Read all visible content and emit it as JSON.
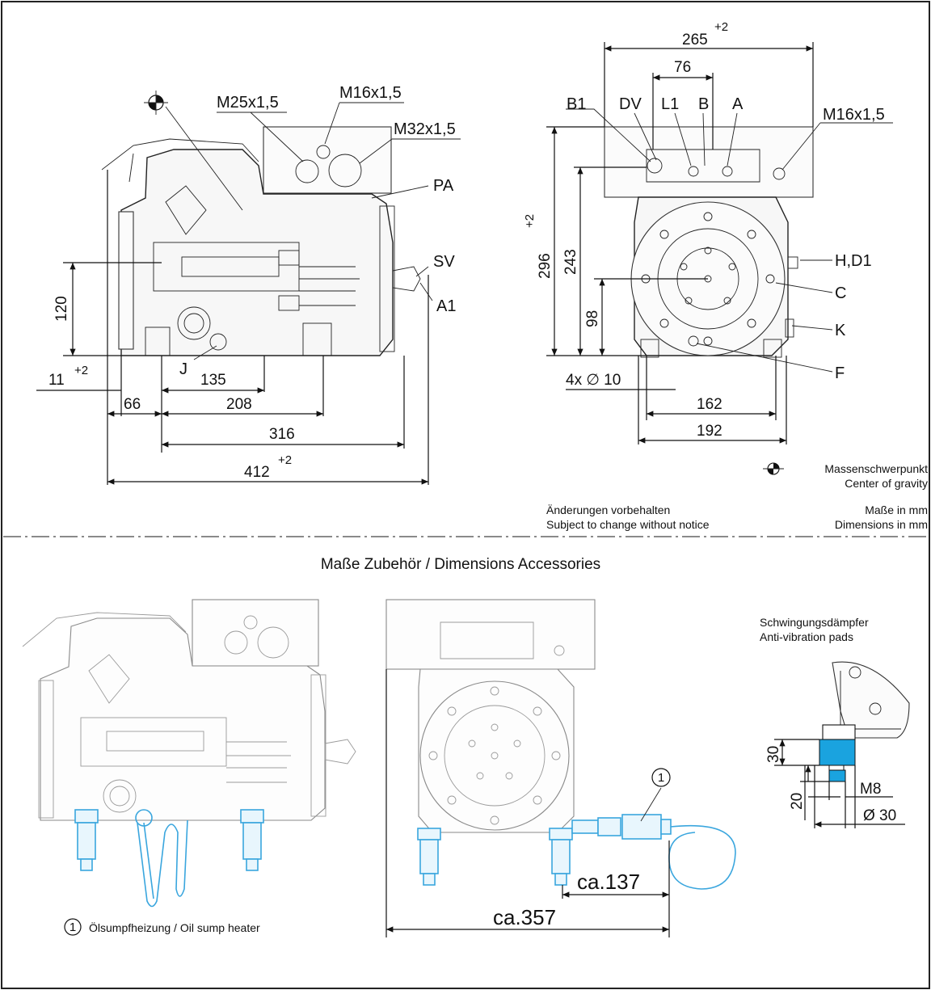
{
  "top_left_view": {
    "labels": {
      "m25": "M25x1,5",
      "m16": "M16x1,5",
      "m32": "M32x1,5",
      "pa": "PA",
      "sv": "SV",
      "a1": "A1",
      "j": "J"
    },
    "dimensions": {
      "d120": "120",
      "d11": "11",
      "d11_tol": "+2",
      "d135": "135",
      "d66": "66",
      "d208": "208",
      "d316": "316",
      "d412": "412",
      "d412_tol": "+2"
    }
  },
  "top_right_view": {
    "labels": {
      "b1": "B1",
      "dv": "DV",
      "l1": "L1",
      "b": "B",
      "a": "A",
      "m16": "M16x1,5",
      "hd1": "H,D1",
      "c": "C",
      "k": "K",
      "f": "F"
    },
    "dimensions": {
      "d265": "265",
      "d265_tol": "+2",
      "d76": "76",
      "d296": "296",
      "d296_tol": "+2",
      "d243": "243",
      "d98": "98",
      "holes": "4x ∅ 10",
      "d162": "162",
      "d192": "192"
    }
  },
  "legend": {
    "cog_de": "Massenschwerpunkt",
    "cog_en": "Center of gravity",
    "change_de": "Änderungen vorbehalten",
    "change_en": "Subject to change without notice",
    "units_de": "Maße in mm",
    "units_en": "Dimensions in mm"
  },
  "accessories": {
    "heading": "Maße Zubehör / Dimensions Accessories",
    "marker": "1",
    "oil_heater": "Ölsumpfheizung / Oil sump heater",
    "ca137": "ca.137",
    "ca357": "ca.357",
    "pads_de": "Schwingungsdämpfer",
    "pads_en": "Anti-vibration pads",
    "d30": "30",
    "d20": "20",
    "m8": "M8",
    "dia30": "Ø 30"
  },
  "colors": {
    "accessory_outline": "#3aa6de",
    "damper_fill": "#1aa3df",
    "line": "#111111"
  }
}
